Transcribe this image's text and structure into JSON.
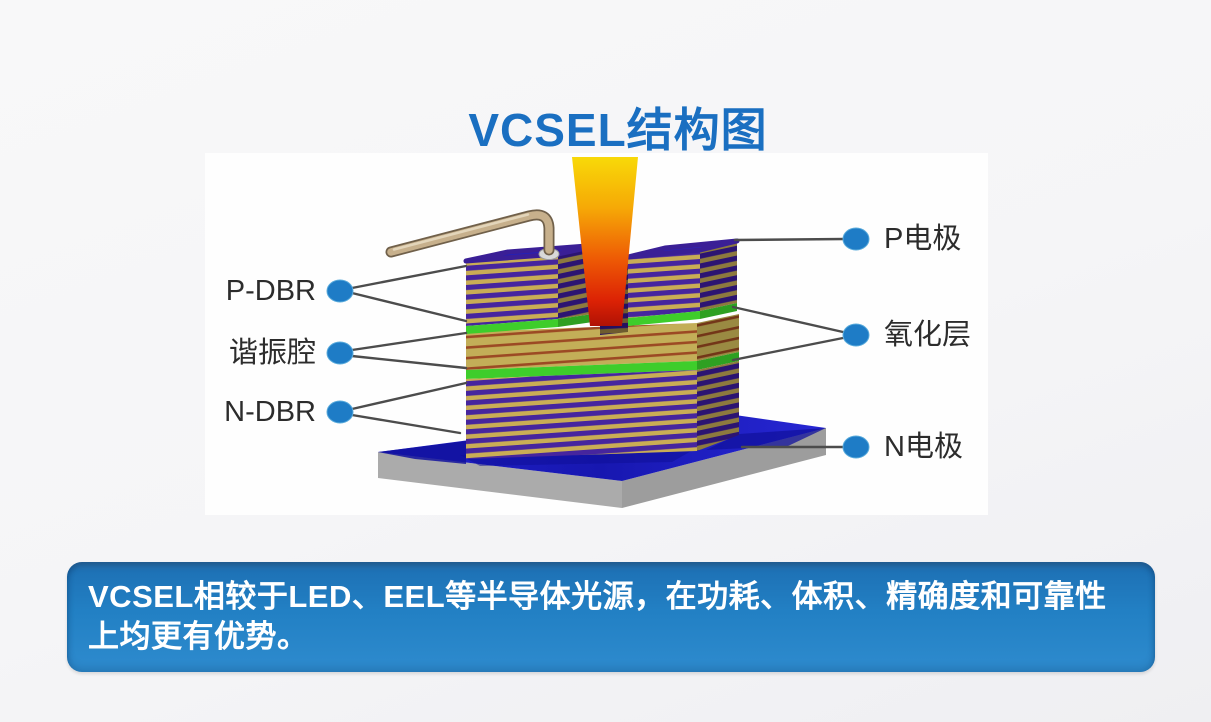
{
  "title": {
    "text": "VCSEL结构图"
  },
  "diagram": {
    "labels_left": [
      {
        "text": "P-DBR"
      },
      {
        "text": "谐振腔"
      },
      {
        "text": "N-DBR"
      }
    ],
    "labels_right": [
      {
        "text": "P电极"
      },
      {
        "text": "氧化层"
      },
      {
        "text": "N电极"
      }
    ],
    "colors": {
      "title_blue": "#1a6fc1",
      "callout_dot": "#1e7cc6",
      "connector_line": "#4c4c4c",
      "dbr_purple": "#46259e",
      "dbr_gold": "#c9ad55",
      "oxide_green": "#3ecd2b",
      "cavity_gold": "#c3ae58",
      "cavity_line_red": "#9c4a24",
      "substrate_blue": "#1d1dc0",
      "base_gray": "#a9a9a9",
      "top_contact_blue": "#2222cc",
      "beam_yellow": "#f8d908",
      "beam_red": "#b01205",
      "wire_tan": "#c7b08c"
    }
  },
  "banner": {
    "text": "VCSEL相较于LED、EEL等半导体光源，在功耗、体积、精确度和可靠性上均更有优势。",
    "background": "#2383c8",
    "text_color": "#ffffff"
  }
}
